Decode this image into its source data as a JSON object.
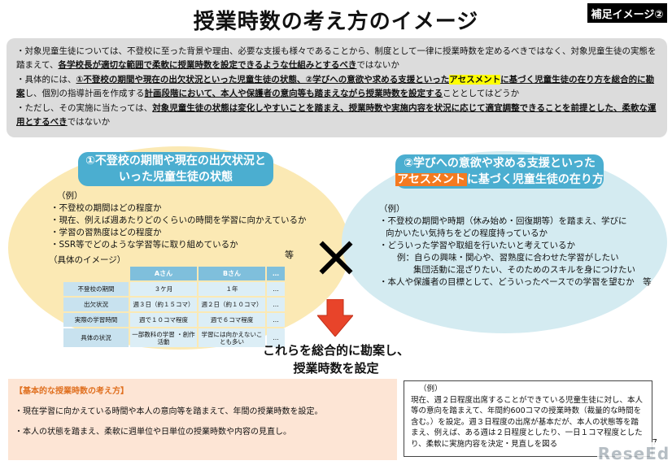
{
  "badge": "補足イメージ②",
  "title": "授業時数の考え方のイメージ",
  "intro": {
    "p1": "・対象児童生徒については、不登校に至った背景や理由、必要な支援も様々であることから、制度として一律に授業時数を定めるべきではなく、対象児童生徒の実態を踏まえて、",
    "p1_em": "各学校長が適切な範囲で柔軟に授業時数を設定できるような仕組みとするべき",
    "p1_end": "ではないか",
    "p2_start": "・具体的には、",
    "p2_em1": "①不登校の期間や現在の出欠状況といった児童生徒の状態、②学びへの意欲や求める支援といった",
    "p2_hl": "アセスメント",
    "p2_em2": "に基づく児童生徒の在り方を総合的に勘案",
    "p2_mid": "し、個別の指導計画を作成する",
    "p2_em3": "計画段階において、本人や保護者の意向等も踏まえながら授業時数を設定する",
    "p2_end": "こととしてはどうか",
    "p3_start": "・ただし、その実施に当たっては、",
    "p3_em": "対象児童生徒の状態は変化しやすいことを踏まえ、授業時数や実施内容を状況に応じて適宜調整できることを前提とした、柔軟な運用とするべき",
    "p3_end": "ではないか"
  },
  "left": {
    "heading_line1": "①不登校の期間や現在の出欠状況と",
    "heading_line2": "いった児童生徒の状態",
    "example_label": "（例）",
    "items": [
      "・不登校の期間はどの程度か",
      "・現在、例えば週あたりどのくらいの時間を学習に向かえているか",
      "・学習の習熟度はどの程度か",
      "・SSR等でどのような学習等に取り組めているか"
    ],
    "tou": "等",
    "concrete_label": "（具体のイメージ）",
    "table": {
      "headers": [
        "",
        "Aさん",
        "Bさん",
        "…"
      ],
      "rows": [
        [
          "不登校の期間",
          "３ケ月",
          "１年",
          "…"
        ],
        [
          "出欠状況",
          "週３日（約１５コマ）",
          "週２日（約１０コマ）",
          "…"
        ],
        [
          "実際の学習時間",
          "週で１０コマ程度",
          "週で６コマ程度",
          "…"
        ],
        [
          "具体の状況",
          "一部教科の学習\n・創作活動",
          "学習には向かえないことも多い",
          "…"
        ]
      ]
    }
  },
  "right": {
    "heading_line1": "②学びへの意欲や求める支援といった",
    "heading_hl": "アセスメント",
    "heading_line2_rest": "に基づく児童生徒の在り方",
    "example_label": "（例）",
    "items": [
      "・不登校の期間や時期（休み始め・回復期等）を踏まえ、学びに",
      "向かいたい気持ちをどの程度持っているか",
      "・どういった学習や取組を行いたいと考えているか",
      "例：自らの興味・関心や、習熟度に合わせた学習がしたい",
      "集団活動に混ざりたい、そのためのスキルを身につけたい",
      "・本人や保護者の目標として、どういったペースでの学習を望むか　等"
    ]
  },
  "conclusion": {
    "line1": "これらを総合的に勘案し、",
    "line2": "授業時数を設定"
  },
  "basic": {
    "heading": "【基本的な授業時数の考え方】",
    "items": [
      "・現在学習に向かえている時間や本人の意向等を踏まえて、年間の授業時数を設定。",
      "・本人の状態を踏まえ、柔軟に週単位や日単位の授業時数や内容の見直し。"
    ]
  },
  "example2": {
    "label": "（例）",
    "text": "現在、週２日程度出席することができている児童生徒に対し、本人等の意向を踏まえて、年間約600コマの授業時数（裁量的な時間を含む。）を設定。週３日程度の出席が基本だが、本人の状態等を踏まえ、例えば、ある週は２日程度としたり、一日１コマ程度としたり、柔軟に実施内容を決定・見直しを図る"
  },
  "page_number": "7",
  "logo_text": "ReseEd",
  "colors": {
    "heading_blue": "#4baed0",
    "accent_orange": "#f47a20",
    "highlight_yellow": "#ffff00",
    "left_ellipse": "#fbe9b4",
    "right_ellipse": "#d4ebf1",
    "arrow_red": "#e8442a",
    "intro_gray": "#dcdcdc",
    "basic_bg": "#fde5d5"
  },
  "icons": {
    "multiply": "cross-icon",
    "down_arrow": "down-arrow-icon"
  }
}
